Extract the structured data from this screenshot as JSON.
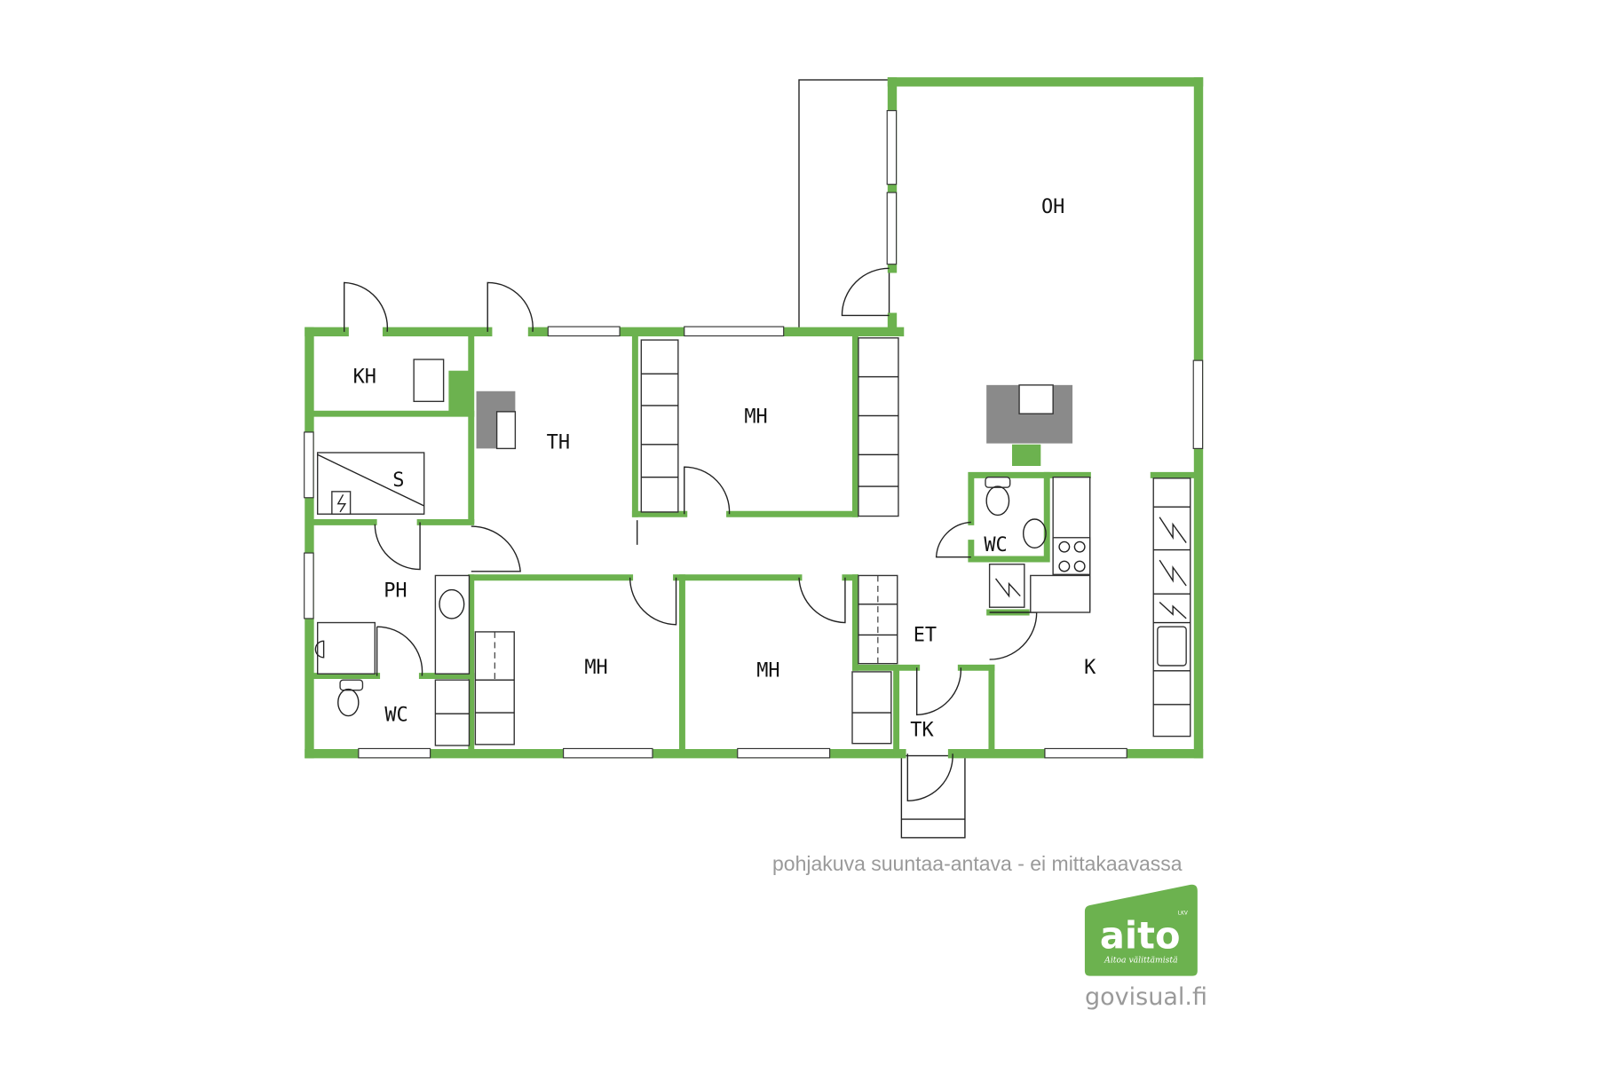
{
  "rooms": {
    "oh": "OH",
    "kh": "KH",
    "th": "TH",
    "mh1": "MH",
    "s": "S",
    "ph": "PH",
    "wc1": "WC",
    "mh2": "MH",
    "mh3": "MH",
    "et": "ET",
    "tk": "TK",
    "wc2": "WC",
    "k": "K"
  },
  "caption": "pohjakuva suuntaa-antava - ei mittakaavassa",
  "logo": {
    "brand": "aito",
    "badge": "LKV",
    "tagline": "Aitoa välittämistä",
    "color": "#6cb24f"
  },
  "website": "govisual.fi"
}
